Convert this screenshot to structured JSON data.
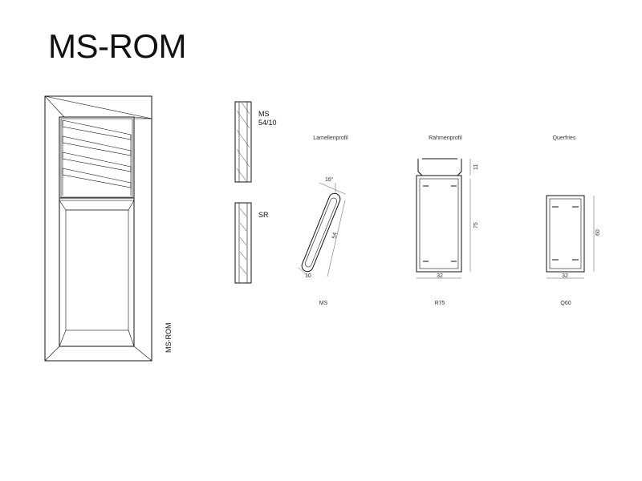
{
  "title": "MS-ROM",
  "door_label": "MS-ROM",
  "sections": {
    "ms_name": "MS",
    "ms_size": "54/10",
    "sr_name": "SR"
  },
  "profiles": {
    "lamellen": {
      "heading": "Lamellenprofil",
      "name": "MS",
      "angle": "16°",
      "length": "54",
      "thickness": "10"
    },
    "rahmen": {
      "heading": "Rahmenprofil",
      "name": "R75",
      "top": "11",
      "height": "75",
      "width": "32"
    },
    "quer": {
      "heading": "Querfries",
      "name": "Q60",
      "height": "60",
      "width": "32"
    }
  }
}
